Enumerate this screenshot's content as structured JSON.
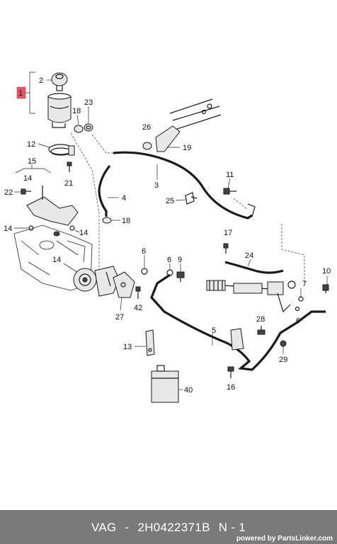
{
  "diagram": {
    "labels": {
      "p1": "1",
      "p2": "2",
      "p3": "3",
      "p4": "4",
      "p5": "5",
      "p6a": "6",
      "p6b": "6",
      "p6c": "6",
      "p7": "7",
      "p9": "9",
      "p10": "10",
      "p11": "11",
      "p12": "12",
      "p13": "13",
      "p14a": "14",
      "p14b": "14",
      "p14c": "14",
      "p14d": "14",
      "p15": "15",
      "p16": "16",
      "p17": "17",
      "p18a": "18",
      "p18b": "18",
      "p19": "19",
      "p21": "21",
      "p22": "22",
      "p23": "23",
      "p24": "24",
      "p25": "25",
      "p26": "26",
      "p27": "27",
      "p28": "28",
      "p29": "29",
      "p40": "40",
      "p42": "42"
    }
  },
  "footer": {
    "brand": "VAG",
    "part_number": "2H0422371B",
    "position": "N - 1",
    "powered_by": "powered by PartsLinker.com"
  },
  "colors": {
    "highlight": "#e05a66",
    "footer_bg": "#7a7a7a"
  }
}
